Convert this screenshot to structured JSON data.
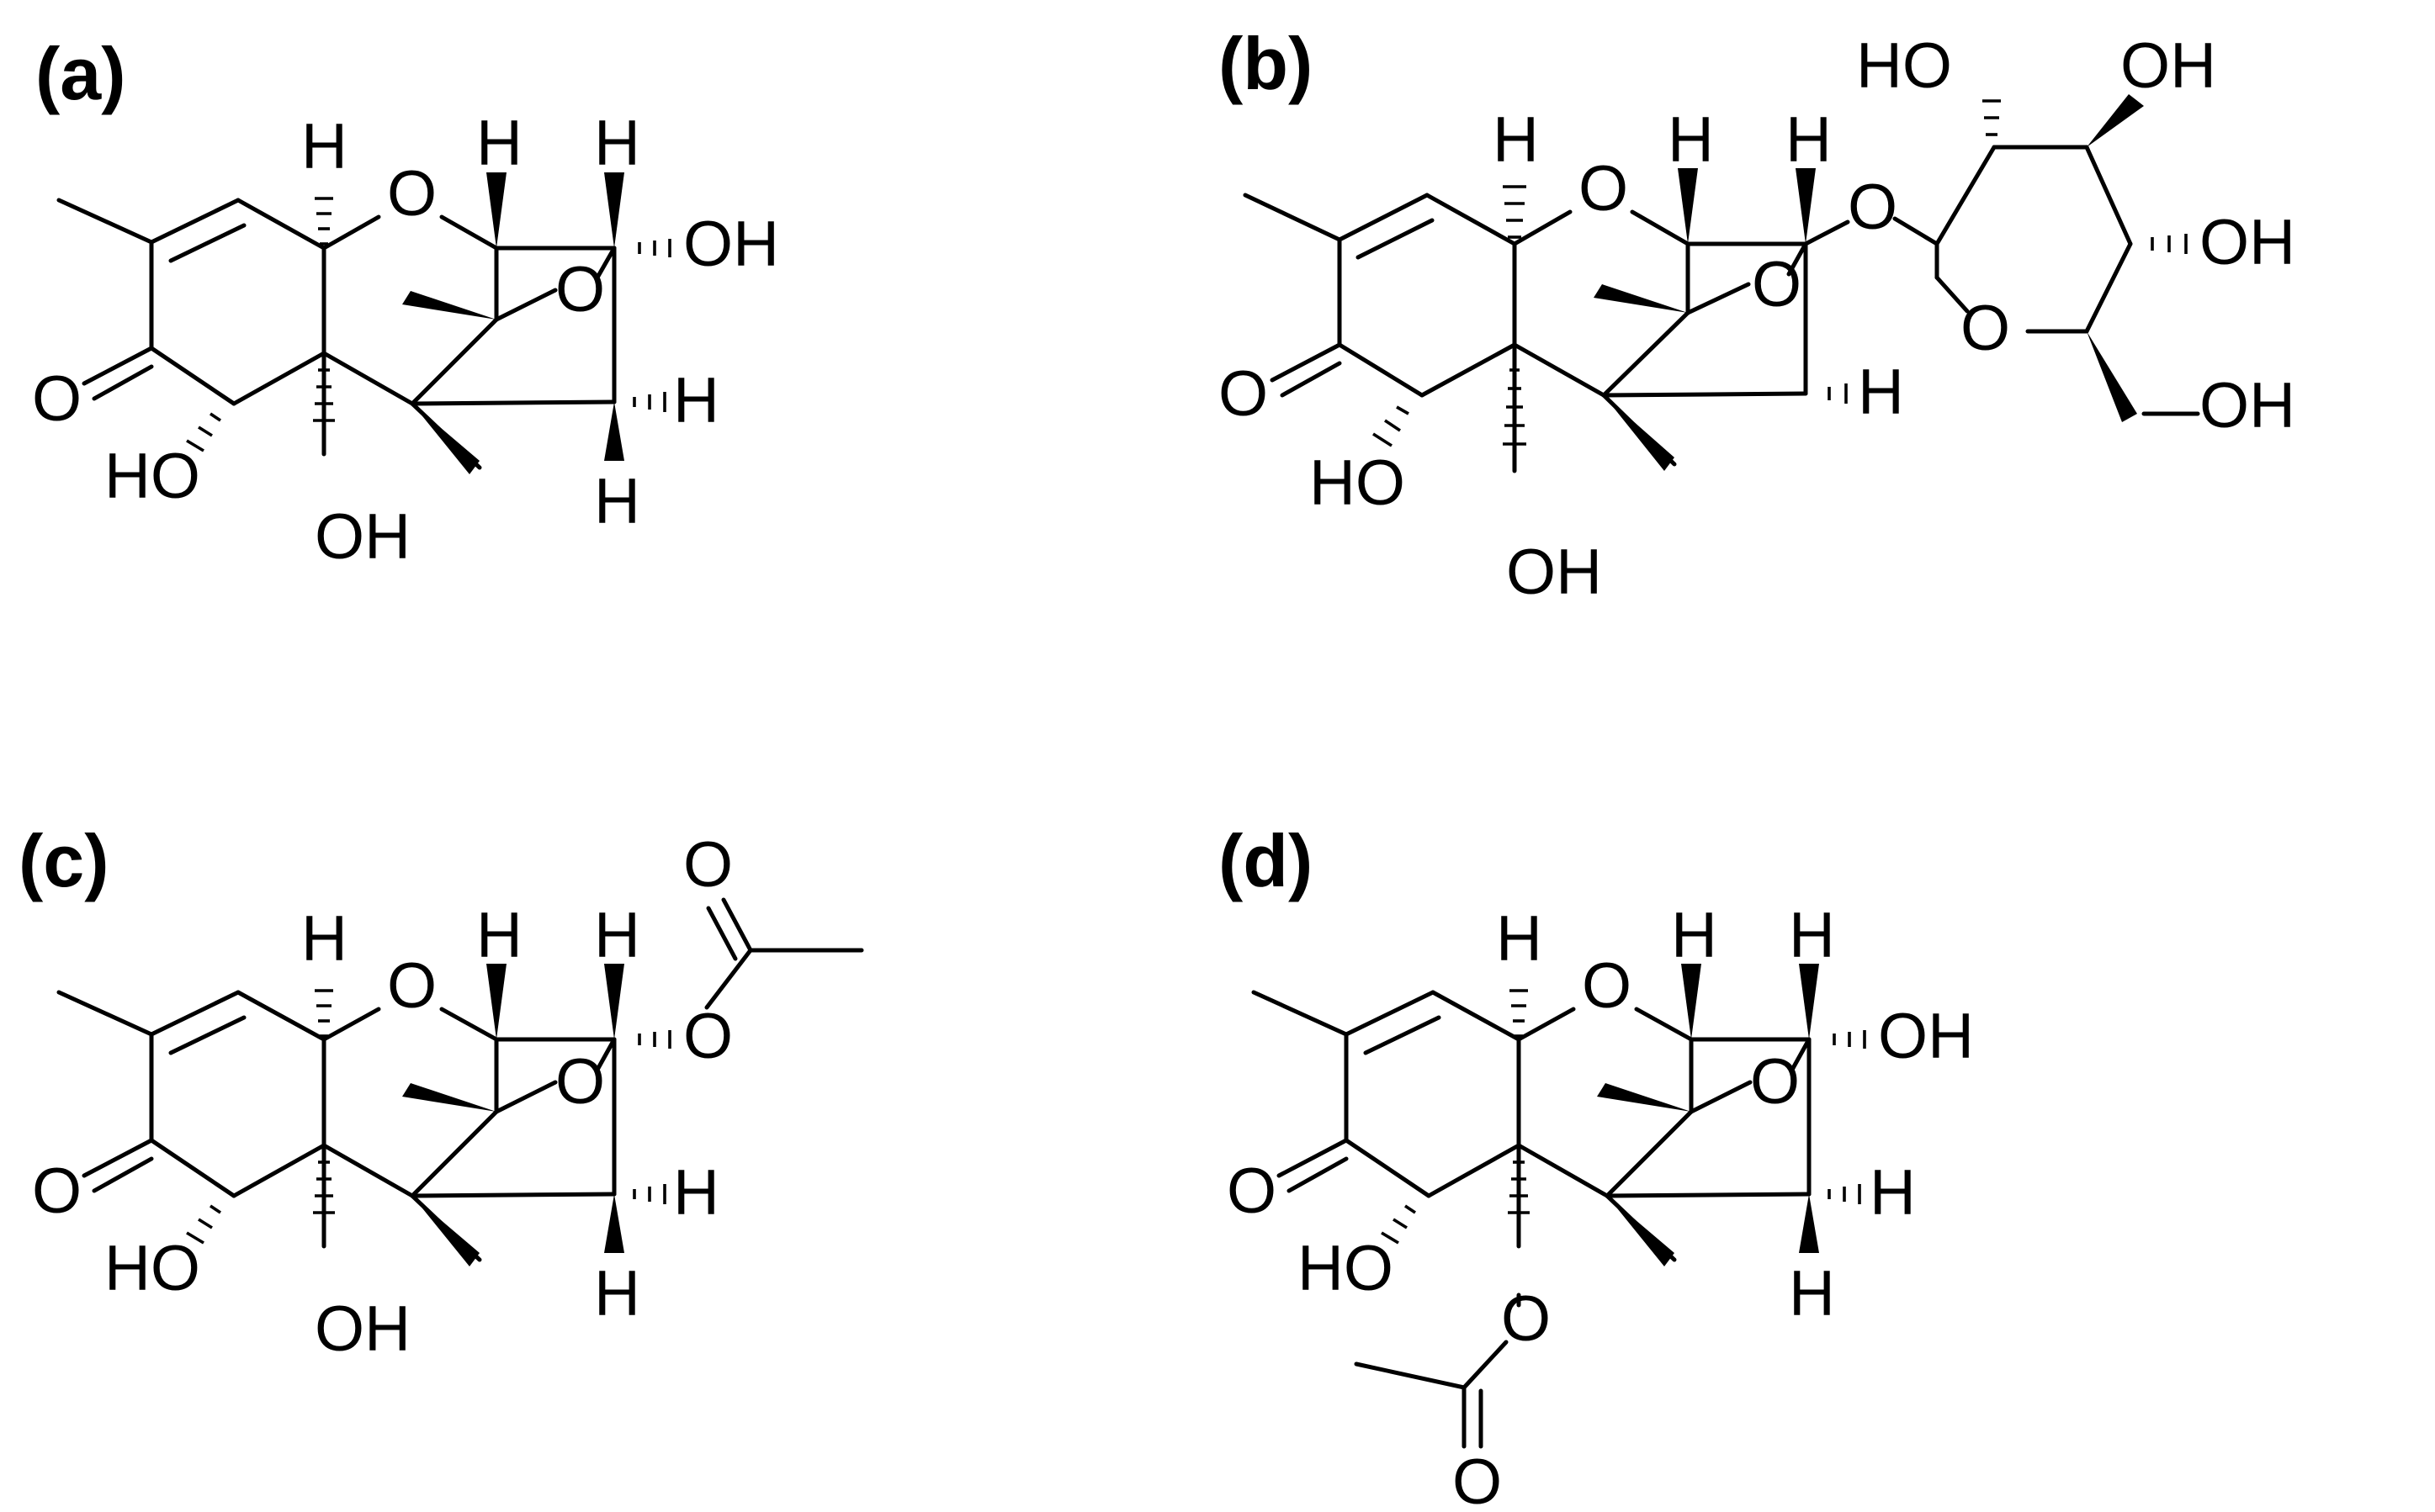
{
  "figure": {
    "colors": {
      "ink": "#000000",
      "background": "#ffffff"
    },
    "panels": [
      {
        "id": "a",
        "label": "(a)",
        "atoms": {
          "h1": "H",
          "h2": "H",
          "h3": "H",
          "h4": "H",
          "h5": "H",
          "o_ring": "O",
          "o_epoxide": "O",
          "o_keto": "O",
          "oh_c3": "OH",
          "ho_c7": "HO",
          "oh_c15": "OH"
        }
      },
      {
        "id": "b",
        "label": "(b)",
        "atoms": {
          "h1": "H",
          "h2": "H",
          "h3": "H",
          "h4": "H",
          "o_ring": "O",
          "o_epoxide": "O",
          "o_keto": "O",
          "o_link": "O",
          "ho_c7": "HO",
          "oh_c15": "OH",
          "sugar_ho_top": "HO",
          "sugar_oh_top": "OH",
          "sugar_oh_right": "OH",
          "sugar_o_ring": "O",
          "sugar_oh_ch2": "OH"
        }
      },
      {
        "id": "c",
        "label": "(c)",
        "atoms": {
          "h1": "H",
          "h2": "H",
          "h3": "H",
          "h4": "H",
          "h5": "H",
          "o_ring": "O",
          "o_epoxide": "O",
          "o_keto": "O",
          "o_ester": "O",
          "o_carbonyl": "O",
          "ho_c7": "HO",
          "oh_c15": "OH"
        }
      },
      {
        "id": "d",
        "label": "(d)",
        "atoms": {
          "h1": "H",
          "h2": "H",
          "h3": "H",
          "h4": "H",
          "h5": "H",
          "o_ring": "O",
          "o_epoxide": "O",
          "o_keto": "O",
          "oh_c3": "OH",
          "ho_c7": "HO",
          "o_ester": "O",
          "o_carbonyl": "O"
        }
      }
    ]
  }
}
